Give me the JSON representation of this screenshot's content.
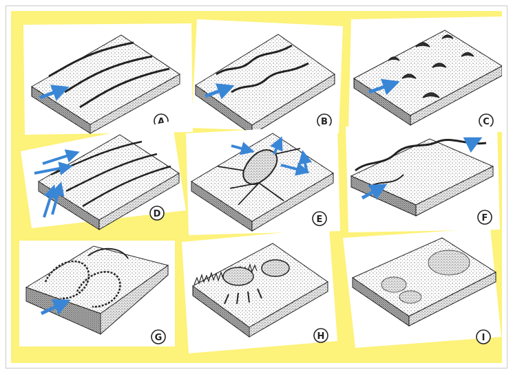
{
  "colors": {
    "background": "#fdf27a",
    "card": "#ffffff",
    "arrow": "#3a86d6",
    "ink": "#222222"
  },
  "panels": [
    {
      "label": "A",
      "landform": "transverse-ridges",
      "arrow_count": 1
    },
    {
      "label": "B",
      "landform": "barchanoid-ridges",
      "arrow_count": 1
    },
    {
      "label": "C",
      "landform": "barchans",
      "arrow_count": 1
    },
    {
      "label": "D",
      "landform": "linear-dunes",
      "arrow_count": 4
    },
    {
      "label": "E",
      "landform": "star-dune",
      "arrow_count": 4
    },
    {
      "label": "F",
      "landform": "reversing-dunes",
      "arrow_count": 2
    },
    {
      "label": "G",
      "landform": "parabolic-dunes",
      "arrow_count": 1
    },
    {
      "label": "H",
      "landform": "blowouts",
      "arrow_count": 0
    },
    {
      "label": "I",
      "landform": "deflation-hollows",
      "arrow_count": 0
    }
  ]
}
